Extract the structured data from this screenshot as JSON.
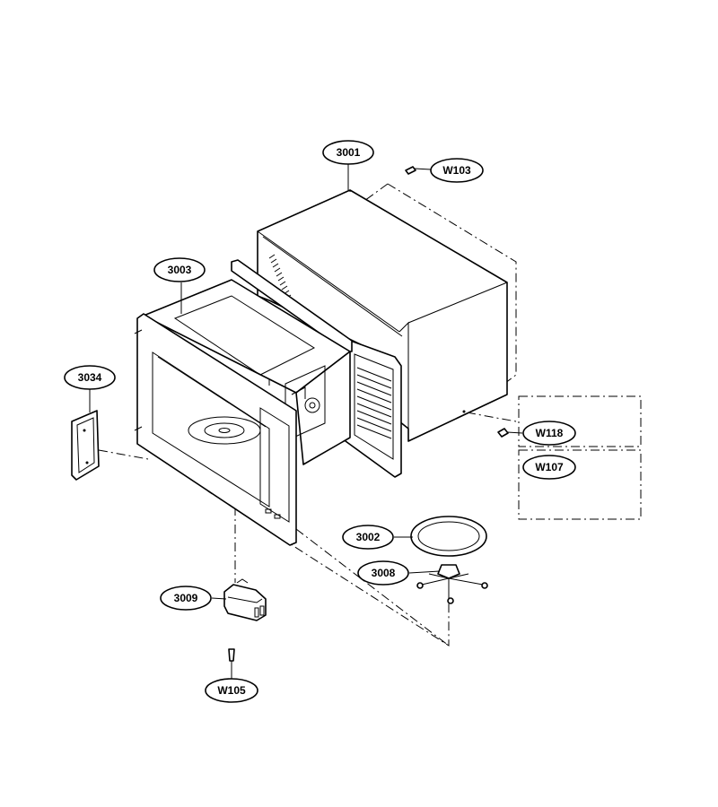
{
  "diagram": {
    "colors": {
      "line": "#000000",
      "background": "#ffffff"
    },
    "callouts": {
      "c3001": "3001",
      "w103": "W103",
      "c3003": "3003",
      "c3034": "3034",
      "w118": "W118",
      "w107": "W107",
      "c3002": "3002",
      "c3008": "3008",
      "c3009": "3009",
      "w105": "W105"
    }
  }
}
